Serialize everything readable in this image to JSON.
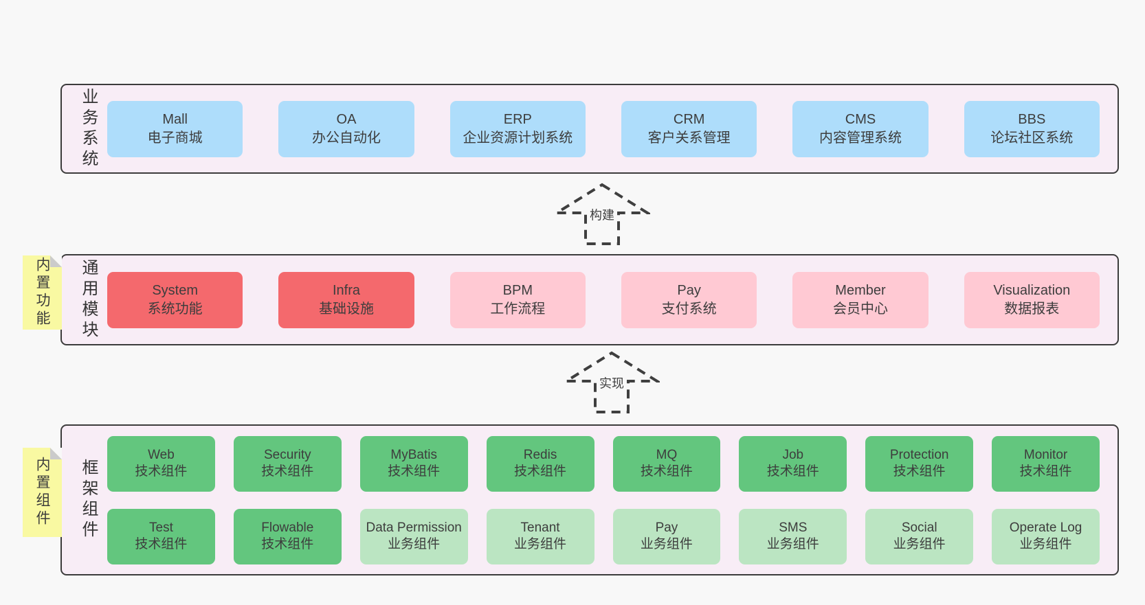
{
  "diagram": {
    "layers": [
      {
        "id": "business",
        "title": "业务系统",
        "boxes": [
          {
            "name": "Mall",
            "desc": "电子商城"
          },
          {
            "name": "OA",
            "desc": "办公自动化"
          },
          {
            "name": "ERP",
            "desc": "企业资源计划系统"
          },
          {
            "name": "CRM",
            "desc": "客户关系管理"
          },
          {
            "name": "CMS",
            "desc": "内容管理系统"
          },
          {
            "name": "BBS",
            "desc": "论坛社区系统"
          }
        ]
      },
      {
        "id": "modules",
        "title": "通用模块",
        "sticky": "内置功能",
        "boxes": [
          {
            "name": "System",
            "desc": "系统功能"
          },
          {
            "name": "Infra",
            "desc": "基础设施"
          },
          {
            "name": "BPM",
            "desc": "工作流程"
          },
          {
            "name": "Pay",
            "desc": "支付系统"
          },
          {
            "name": "Member",
            "desc": "会员中心"
          },
          {
            "name": "Visualization",
            "desc": "数据报表"
          }
        ]
      },
      {
        "id": "components",
        "title": "框架组件",
        "sticky": "内置组件",
        "rows": [
          [
            {
              "name": "Web",
              "desc": "技术组件"
            },
            {
              "name": "Security",
              "desc": "技术组件"
            },
            {
              "name": "MyBatis",
              "desc": "技术组件"
            },
            {
              "name": "Redis",
              "desc": "技术组件"
            },
            {
              "name": "MQ",
              "desc": "技术组件"
            },
            {
              "name": "Job",
              "desc": "技术组件"
            },
            {
              "name": "Protection",
              "desc": "技术组件"
            },
            {
              "name": "Monitor",
              "desc": "技术组件"
            }
          ],
          [
            {
              "name": "Test",
              "desc": "技术组件"
            },
            {
              "name": "Flowable",
              "desc": "技术组件"
            },
            {
              "name": "Data Permission",
              "desc": "业务组件"
            },
            {
              "name": "Tenant",
              "desc": "业务组件"
            },
            {
              "name": "Pay",
              "desc": "业务组件"
            },
            {
              "name": "SMS",
              "desc": "业务组件"
            },
            {
              "name": "Social",
              "desc": "业务组件"
            },
            {
              "name": "Operate Log",
              "desc": "业务组件"
            }
          ]
        ]
      }
    ],
    "arrows": [
      {
        "label": "构建"
      },
      {
        "label": "实现"
      }
    ]
  },
  "colors": {
    "page_bg": "#f8f8f8",
    "panel_bg": "#f8edf6",
    "panel_border": "#3c3c3c",
    "box_blue": "#aeddfb",
    "box_red": "#f4696d",
    "box_pink": "#ffc9d3",
    "box_green": "#63c67e",
    "box_light_green": "#bbe5c2",
    "sticky_yellow": "#f9f9a2",
    "sticky_fold_gray": "#cbcbcb",
    "text": "#3b3b3b"
  }
}
